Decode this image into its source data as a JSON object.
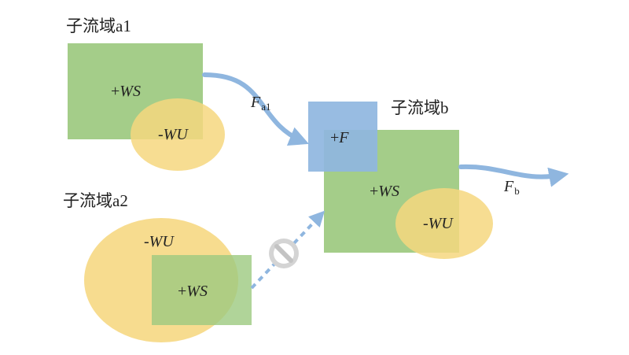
{
  "regions": {
    "a1": {
      "title": "子流域a1",
      "ws": "+WS",
      "wu": "-WU"
    },
    "a2": {
      "title": "子流域a2",
      "ws": "+WS",
      "wu": "-WU"
    },
    "b": {
      "title": "子流域b",
      "f": "+F",
      "ws": "+WS",
      "wu": "-WU"
    }
  },
  "flows": {
    "fa1": {
      "main": "F",
      "sub": "a1"
    },
    "fb": {
      "main": "F",
      "sub": "b"
    }
  },
  "colors": {
    "green": "#9cc97f",
    "yellow": "#f6d77f",
    "blue": "#8fb6df",
    "arrow": "#8fb6df",
    "blocked": "#bfbfbf"
  },
  "icons": {
    "blocked": "prohibited-icon"
  }
}
